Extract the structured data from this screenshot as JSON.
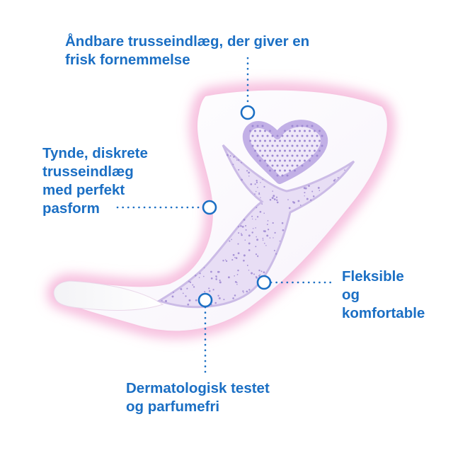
{
  "colors": {
    "accent": "#1b6fc4",
    "pad_glow": "#f2a3cf",
    "pad_body": "#ffffff",
    "channel": "#cdbfe8",
    "channel_dots": "#a793d6"
  },
  "icons": [
    "heart-icon"
  ],
  "callouts": {
    "breathable": {
      "lines": [
        "Åndbare trusseindlæg, der giver en",
        "frisk fornemmelse"
      ]
    },
    "thin": {
      "lines": [
        "Tynde, diskrete",
        "trusseindlæg",
        "med perfekt",
        "pasform"
      ]
    },
    "flexible": {
      "lines": [
        "Fleksible",
        "og",
        "komfortable"
      ]
    },
    "dermatological": {
      "lines": [
        "Dermatologisk testet",
        "og parfumefri"
      ]
    }
  }
}
